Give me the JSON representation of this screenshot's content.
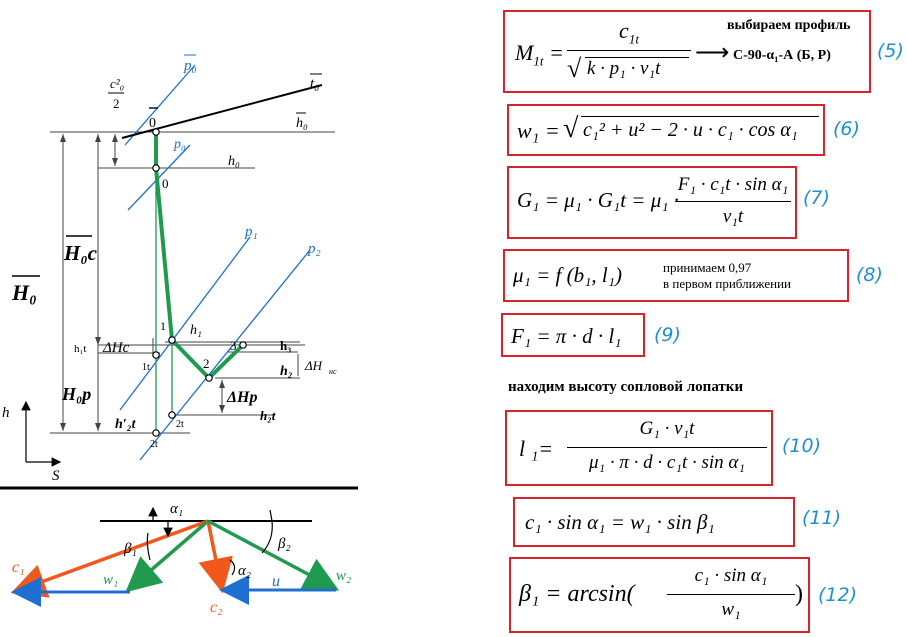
{
  "hs_diagram": {
    "labels": {
      "p0_bar": "p₀",
      "t0_bar": "t₀",
      "h0_bar": "h₀",
      "zero_bar": "0",
      "c0sq": "c²₀",
      "two": "2",
      "p0": "p₀",
      "h0": "h₀",
      "zero": "0",
      "p1": "p₁",
      "p2": "p₂",
      "H0c_bar": "H₀c",
      "H0_bar": "H₀",
      "H0p": "H₀p",
      "h1t": "h₁t",
      "dHc": "ΔHc",
      "one_t": "1t",
      "one": "1",
      "h1": "h₁",
      "two_pt": "2",
      "three": "3",
      "h3": "h₃",
      "h2": "h₂",
      "dHnc": "ΔH",
      "dHnc_sub": "нс",
      "dHp": "ΔHp",
      "h2t": "h₂t",
      "h2t_prime": "h′₂t",
      "two_t": "2t",
      "two_t_b": "2t",
      "axis_h": "h",
      "axis_s": "S"
    }
  },
  "velocity_triangle": {
    "labels": {
      "alpha1": "α₁",
      "beta1": "β₁",
      "beta2": "β₂",
      "alpha2": "α₂",
      "c1": "c₁",
      "w1": "w₁",
      "c2": "c₂",
      "u": "u",
      "w2": "w₂"
    }
  },
  "formulas": {
    "f5": {
      "lhs": "M",
      "lhs_sub": "1t",
      "num": "c",
      "num_sub": "1t",
      "den": "k · p₁ · v₁t",
      "arrow": "⟶",
      "note_line1": "выбираем профиль",
      "note_line2": "С-90-α₁-А (Б, Р)",
      "number": "(5)"
    },
    "f6": {
      "text": "w₁ = ",
      "radicand": "c₁² + u² − 2 · u · c₁ · cos α₁",
      "number": "(6)"
    },
    "f7": {
      "lhs": "G₁ = μ₁ · G₁t = μ₁ · ",
      "num": "F₁ · c₁t · sin α₁",
      "den": "v₁t",
      "number": "(7)"
    },
    "f8": {
      "text": "μ₁ = f (b₁, l₁)",
      "note_line1": "принимаем 0,97",
      "note_line2": "в первом приближении",
      "number": "(8)"
    },
    "f9": {
      "text": "F₁ = π · d · l₁",
      "number": "(9)"
    },
    "heading": "находим высоту сопловой лопатки",
    "f10": {
      "lhs": "l ₁= ",
      "num": "G₁ · v₁t",
      "den": "μ₁ · π · d · c₁t · sin α₁",
      "number": "(10)"
    },
    "f11": {
      "text": "c₁ · sin α₁ = w₁ · sin β₁",
      "number": "(11)"
    },
    "f12": {
      "lhs": "β₁ = arcsin(",
      "num": "c₁ · sin α₁",
      "den": "w₁",
      "rhs": ")",
      "number": "(12)"
    }
  },
  "colors": {
    "frame": "#d5242c",
    "number": "#1e8fd3",
    "green": "#1f9a4e",
    "blue": "#1f6fd1",
    "orange": "#f0581c"
  }
}
